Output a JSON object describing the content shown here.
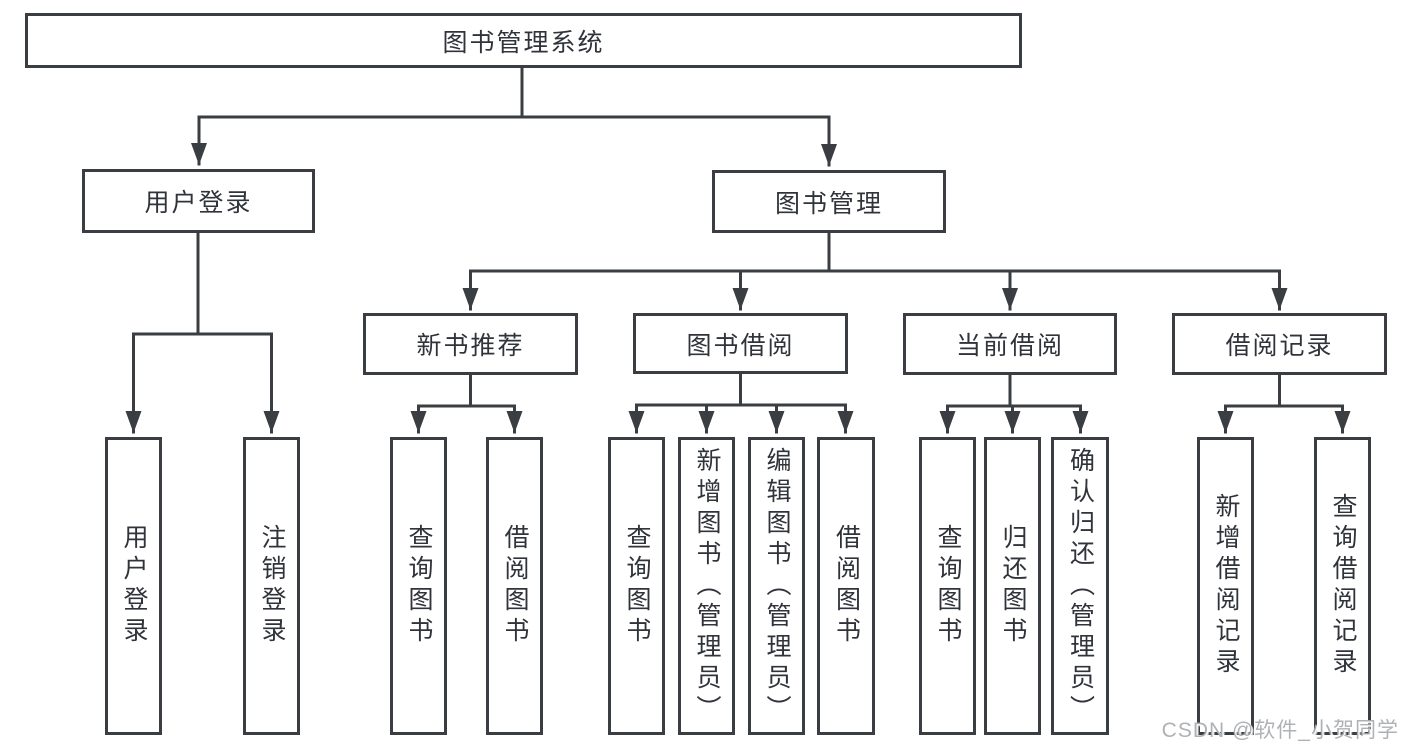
{
  "diagram_type": "hierarchy-tree",
  "nodes": {
    "root": "图书管理系统",
    "level2": [
      {
        "label": "用户登录"
      },
      {
        "label": "图书管理"
      }
    ],
    "level3": [
      {
        "label": "新书推荐",
        "parent": "图书管理"
      },
      {
        "label": "图书借阅",
        "parent": "图书管理"
      },
      {
        "label": "当前借阅",
        "parent": "图书管理"
      },
      {
        "label": "借阅记录",
        "parent": "图书管理"
      }
    ]
  },
  "leaves": [
    {
      "label": "用户登录",
      "parent": "用户登录"
    },
    {
      "label": "注销登录",
      "parent": "用户登录"
    },
    {
      "label": "查询图书",
      "parent": "新书推荐"
    },
    {
      "label": "借阅图书",
      "parent": "新书推荐"
    },
    {
      "label": "查询图书",
      "parent": "图书借阅"
    },
    {
      "label": "新增图书（管理员）",
      "parent": "图书借阅"
    },
    {
      "label": "编辑图书（管理员）",
      "parent": "图书借阅"
    },
    {
      "label": "借阅图书",
      "parent": "图书借阅"
    },
    {
      "label": "查询图书",
      "parent": "当前借阅"
    },
    {
      "label": "归还图书",
      "parent": "当前借阅"
    },
    {
      "label": "确认归还（管理员）",
      "parent": "当前借阅"
    },
    {
      "label": "新增借阅记录",
      "parent": "借阅记录"
    },
    {
      "label": "查询借阅记录",
      "parent": "借阅记录"
    }
  ],
  "watermark": "CSDN @软件_小贺同学",
  "colors": {
    "line": "#3a3d41",
    "text": "#30343a",
    "watermark": "#a8aaae",
    "background": "#ffffff"
  }
}
